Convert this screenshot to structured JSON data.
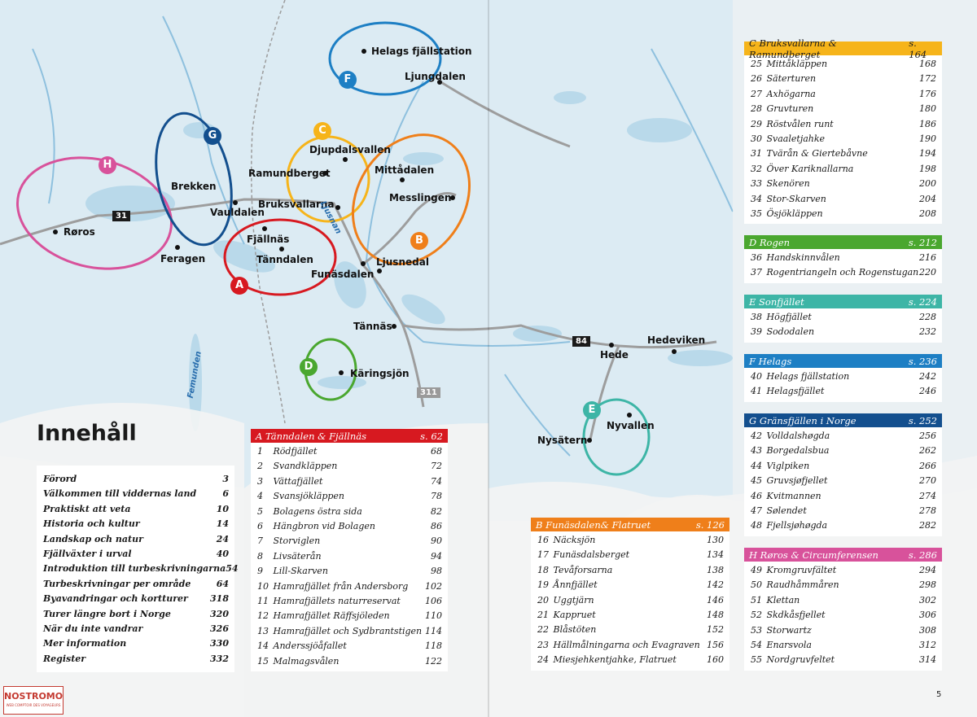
{
  "title": "Innehåll",
  "page_number": "5",
  "logo": {
    "name": "NOSTROMO",
    "tagline": "WEB COMPTOIR DES VOYAGEURS"
  },
  "toc": [
    {
      "label": "Förord",
      "page": "3"
    },
    {
      "label": "Välkommen till viddernas land",
      "page": "6"
    },
    {
      "label": "Praktiskt att veta",
      "page": "10"
    },
    {
      "label": "Historia och kultur",
      "page": "14"
    },
    {
      "label": "Landskap och natur",
      "page": "24"
    },
    {
      "label": "Fjällväxter i urval",
      "page": "40"
    },
    {
      "label": "Introduktion till turbeskrivningarna",
      "page": "54"
    },
    {
      "label": "Turbeskrivningar per område",
      "page": "64"
    },
    {
      "label": "Byavandringar och kortturer",
      "page": "318"
    },
    {
      "label": "Turer längre bort i Norge",
      "page": "320"
    },
    {
      "label": "När du inte vandrar",
      "page": "326"
    },
    {
      "label": "Mer information",
      "page": "330"
    },
    {
      "label": "Register",
      "page": "332"
    }
  ],
  "sections": {
    "A": {
      "title": "A  Tänndalen & Fjällnäs",
      "page": "s. 62",
      "color": "#d71920",
      "items": [
        [
          "1",
          "Rödfjället",
          "68"
        ],
        [
          "2",
          "Svandkläppen",
          "72"
        ],
        [
          "3",
          "Vättafjället",
          "74"
        ],
        [
          "4",
          "Svansjökläppen",
          "78"
        ],
        [
          "5",
          "Bolagens östra sida",
          "82"
        ],
        [
          "6",
          "Hängbron vid Bolagen",
          "86"
        ],
        [
          "7",
          "Storviglen",
          "90"
        ],
        [
          "8",
          "Livsäterån",
          "94"
        ],
        [
          "9",
          "Lill-Skarven",
          "98"
        ],
        [
          "10",
          "Hamrafjället från Andersborg",
          "102"
        ],
        [
          "11",
          "Hamrafjällets naturreservat",
          "106"
        ],
        [
          "12",
          "Hamrafjället Räffsjöleden",
          "110"
        ],
        [
          "13",
          "Hamrafjället och Sydbrantstigen",
          "114"
        ],
        [
          "14",
          "Anderssjöåfallet",
          "118"
        ],
        [
          "15",
          "Malmagsvålen",
          "122"
        ]
      ]
    },
    "B": {
      "title": "B  Funäsdalen& Flatruet",
      "page": "s. 126",
      "color": "#ef7f1a",
      "items": [
        [
          "16",
          "Näcksjön",
          "130"
        ],
        [
          "17",
          "Funäsdalsberget",
          "134"
        ],
        [
          "18",
          "Tevåforsarna",
          "138"
        ],
        [
          "19",
          "Ånnfjället",
          "142"
        ],
        [
          "20",
          "Uggtjärn",
          "146"
        ],
        [
          "21",
          "Kappruet",
          "148"
        ],
        [
          "22",
          "Blåstöten",
          "152"
        ],
        [
          "23",
          "Hällmålningarna och Evagraven",
          "156"
        ],
        [
          "24",
          "Miesjehkentjahke, Flatruet",
          "160"
        ]
      ]
    },
    "C": {
      "title": "C  Bruksvallarna & Ramundberget",
      "page": "s. 164",
      "color": "#f6b41a",
      "items": [
        [
          "25",
          "Mittåkläppen",
          "168"
        ],
        [
          "26",
          "Säterturen",
          "172"
        ],
        [
          "27",
          "Axhögarna",
          "176"
        ],
        [
          "28",
          "Gruvturen",
          "180"
        ],
        [
          "29",
          "Röstvålen runt",
          "186"
        ],
        [
          "30",
          "Svaaletjahke",
          "190"
        ],
        [
          "31",
          "Tvärån & Giertebåvne",
          "194"
        ],
        [
          "32",
          "Över Kariknallarna",
          "198"
        ],
        [
          "33",
          "Skenören",
          "200"
        ],
        [
          "34",
          "Stor-Skarven",
          "204"
        ],
        [
          "35",
          "Ösjökläppen",
          "208"
        ]
      ]
    },
    "D": {
      "title": "D  Rogen",
      "page": "s. 212",
      "color": "#4aa72f",
      "items": [
        [
          "36",
          "Handskinnvålen",
          "216"
        ],
        [
          "37",
          "Rogentriangeln och Rogenstugan",
          "220"
        ]
      ]
    },
    "E": {
      "title": "E  Sonfjället",
      "page": "s. 224",
      "color": "#3db5a6",
      "items": [
        [
          "38",
          "Högfjället",
          "228"
        ],
        [
          "39",
          "Sododalen",
          "232"
        ]
      ]
    },
    "F": {
      "title": "F  Helags",
      "page": "s. 236",
      "color": "#1d7fc4",
      "items": [
        [
          "40",
          "Helags fjällstation",
          "242"
        ],
        [
          "41",
          "Helagsfjället",
          "246"
        ]
      ]
    },
    "G": {
      "title": "G  Gränsfjällen i Norge",
      "page": "s. 252",
      "color": "#134f8e",
      "items": [
        [
          "42",
          "Volldalshøgda",
          "256"
        ],
        [
          "43",
          "Borgedalsbua",
          "262"
        ],
        [
          "44",
          "Viglpiken",
          "266"
        ],
        [
          "45",
          "Gruvsjøfjellet",
          "270"
        ],
        [
          "46",
          "Kvitmannen",
          "274"
        ],
        [
          "47",
          "Sølendet",
          "278"
        ],
        [
          "48",
          "Fjellsjøhøgda",
          "282"
        ]
      ]
    },
    "H": {
      "title": "H  Røros & Circumferensen",
      "page": "s. 286",
      "color": "#d8529b",
      "items": [
        [
          "49",
          "Kromgruvfältet",
          "294"
        ],
        [
          "50",
          "Raudhåmmåren",
          "298"
        ],
        [
          "51",
          "Klettan",
          "302"
        ],
        [
          "52",
          "Skdkåsfjellet",
          "306"
        ],
        [
          "53",
          "Storwartz",
          "308"
        ],
        [
          "54",
          "Enarsvola",
          "312"
        ],
        [
          "55",
          "Nordgruvfeltet",
          "314"
        ]
      ]
    }
  },
  "map": {
    "places": [
      {
        "name": "Helags fjällstation"
      },
      {
        "name": "Ljungdalen"
      },
      {
        "name": "Djupdalsvallen"
      },
      {
        "name": "Mittådalen"
      },
      {
        "name": "Ramundberget"
      },
      {
        "name": "Messlingen"
      },
      {
        "name": "Bruksvallarna"
      },
      {
        "name": "Brekken"
      },
      {
        "name": "Vauldalen"
      },
      {
        "name": "Fjällnäs"
      },
      {
        "name": "Tänndalen"
      },
      {
        "name": "Ljusnedal"
      },
      {
        "name": "Funäsdalen"
      },
      {
        "name": "Røros"
      },
      {
        "name": "Feragen"
      },
      {
        "name": "Tännäs"
      },
      {
        "name": "Hedeviken"
      },
      {
        "name": "Hede"
      },
      {
        "name": "Käringsjön"
      },
      {
        "name": "Nyvallen"
      },
      {
        "name": "Nysätern"
      }
    ],
    "waters": [
      "Ljusnan",
      "Femunden"
    ],
    "roads": [
      "31",
      "84",
      "311"
    ],
    "area_letters": [
      "A",
      "B",
      "C",
      "D",
      "E",
      "F",
      "G",
      "H"
    ]
  }
}
